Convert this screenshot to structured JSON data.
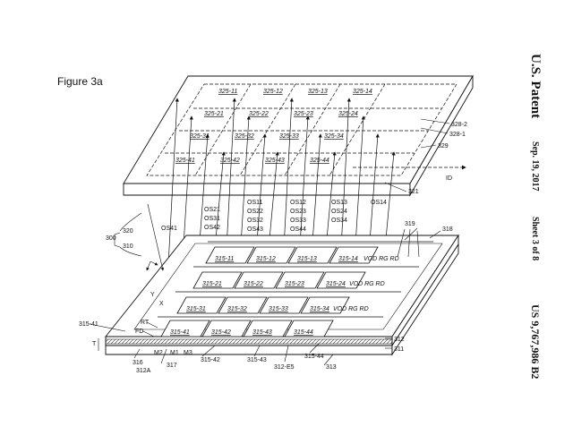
{
  "figure_title": "Figure 3a",
  "header": {
    "patent": "U.S. Patent",
    "date": "Sep. 19, 2017",
    "sheet": "Sheet 3 of 8",
    "number": "US 9,767,986 B2"
  },
  "top_chip": {
    "pixels": [
      "325-11",
      "325-12",
      "325-13",
      "325-14",
      "325-21",
      "325-22",
      "325-23",
      "325-24",
      "325-31",
      "325-32",
      "325-33",
      "325-34",
      "325-41",
      "325-42",
      "325-43",
      "325-44"
    ],
    "labels": {
      "l3282": "328-2",
      "l3281": "328-1",
      "l329": "329",
      "lID": "ID",
      "l321": "321"
    }
  },
  "outputs": {
    "os41": "OS41",
    "col2": [
      "OS21",
      "OS31",
      "OS42"
    ],
    "col3": [
      "OS11",
      "OS22",
      "OS32",
      "OS43"
    ],
    "col4": [
      "OS12",
      "OS23",
      "OS33",
      "OS44"
    ],
    "col5": [
      "OS13",
      "OS24",
      "OS34"
    ],
    "os14": "OS14"
  },
  "bottom_chip": {
    "pixels": [
      "315-11",
      "315-12",
      "315-13",
      "315-14",
      "315-21",
      "315-22",
      "315-23",
      "315-24",
      "315-31",
      "315-32",
      "315-33",
      "315-34",
      "315-41",
      "315-42",
      "315-43",
      "315-44"
    ],
    "vod_rows": [
      "VOD  RG  RD",
      "VOD  RG  RD",
      "VOD  RG  RD"
    ]
  },
  "refs": {
    "r300": "300",
    "r320": "320",
    "r310": "310",
    "r319": "319",
    "r318": "318",
    "rRT": "RT",
    "rFD": "FD",
    "rT": "T",
    "rY": "Y",
    "rX": "X",
    "r31541": "315-41",
    "r316": "316",
    "r312A": "312A",
    "rM2": "M2",
    "rM1": "M1",
    "rM3": "M3",
    "r317": "317",
    "r31542": "315-42",
    "r31543": "315-43",
    "r312E5": "312-E5",
    "r31544": "315-44",
    "r313": "313",
    "r312": "312",
    "r311": "311"
  }
}
